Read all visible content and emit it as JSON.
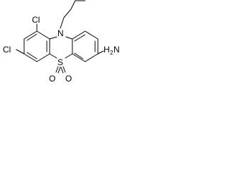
{
  "structure": {
    "atoms": {
      "ring_n": "N",
      "cl_upper": "Cl",
      "cl_lower": "Cl",
      "amine_h": "H",
      "amine_sub": "2",
      "amine_n": "N",
      "sulfonyl_s": "S",
      "oxygen_left": "O",
      "oxygen_right": "O"
    }
  }
}
